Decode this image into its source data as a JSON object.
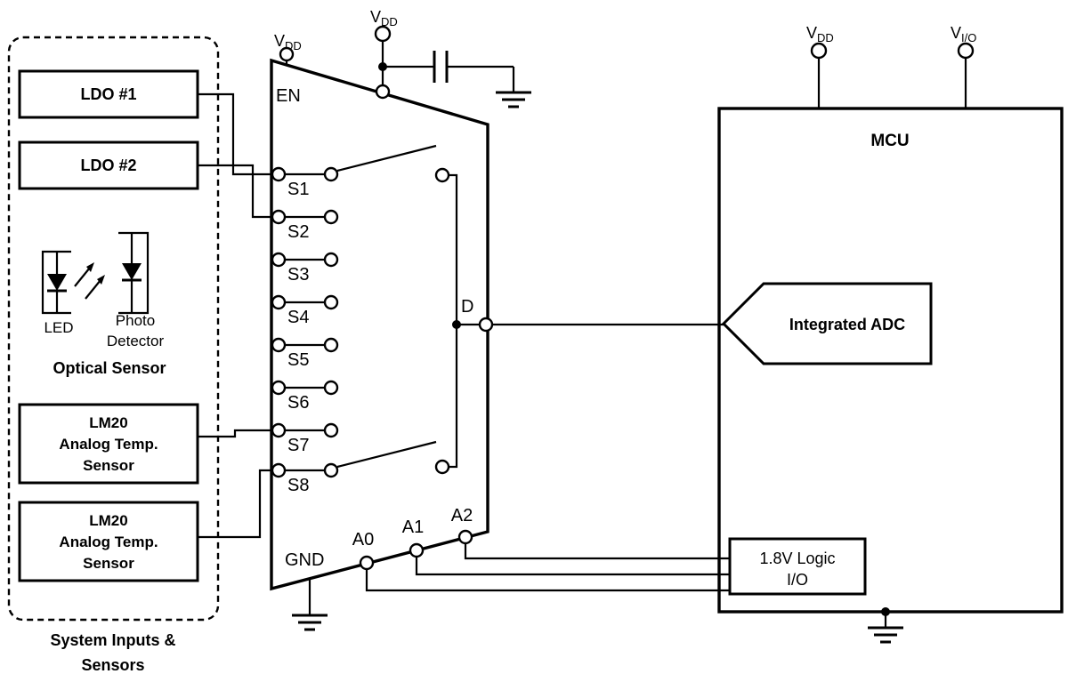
{
  "title": "Analog multiplexer sensor-interface block diagram",
  "colors": {
    "line": "#000000",
    "background": "#ffffff"
  },
  "sensors": {
    "ldo1_label": "LDO #1",
    "ldo2_label": "LDO #2",
    "led_label": "LED",
    "photo_label_1": "Photo",
    "photo_label_2": "Detector",
    "optical_label": "Optical Sensor",
    "lm20_1": {
      "line1": "LM20",
      "line2": "Analog Temp.",
      "line3": "Sensor"
    },
    "lm20_2": {
      "line1": "LM20",
      "line2": "Analog Temp.",
      "line3": "Sensor"
    },
    "caption_line1": "System Inputs &",
    "caption_line2": "Sensors"
  },
  "mux": {
    "vdd_v": "V",
    "vdd_sub": "DD",
    "en_label": "EN",
    "pins": [
      "S1",
      "S2",
      "S3",
      "S4",
      "S5",
      "S6",
      "S7",
      "S8"
    ],
    "d_label": "D",
    "addr_pins": [
      "A0",
      "A1",
      "A2"
    ],
    "gnd_label": "GND"
  },
  "mcu": {
    "title": "MCU",
    "vdd_v": "V",
    "vdd_sub": "DD",
    "vio_v": "V",
    "vio_sub": "I/O",
    "adc_label": "Integrated ADC",
    "logic_line1": "1.8V Logic",
    "logic_line2": "I/O"
  }
}
